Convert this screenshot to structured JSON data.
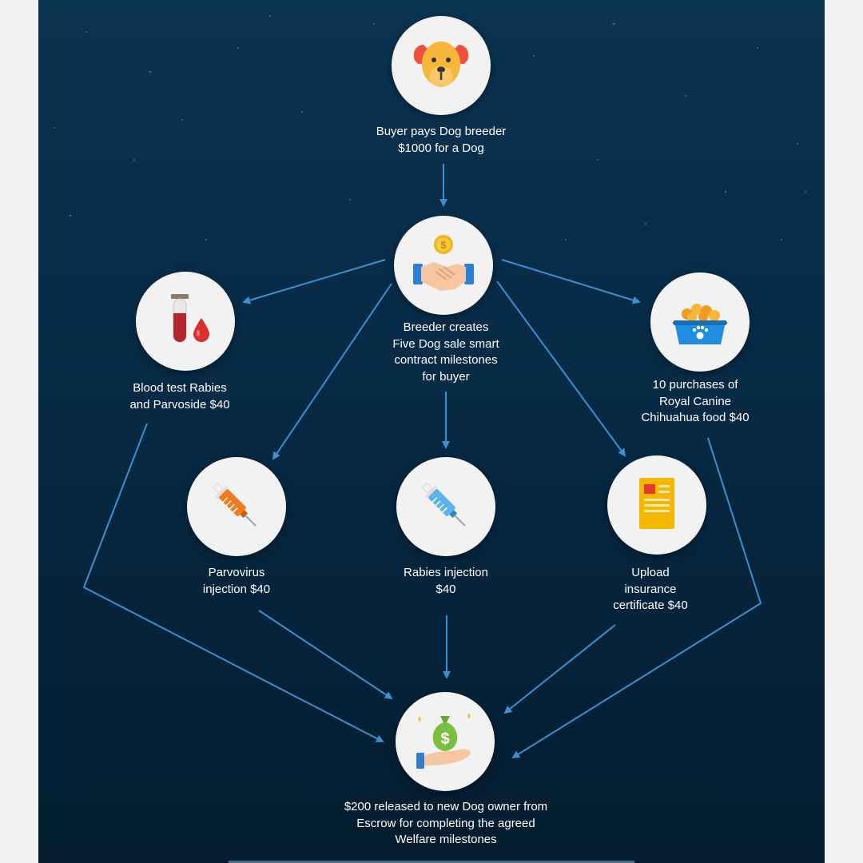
{
  "nodes": {
    "buyer": {
      "icon": "dog-face-icon",
      "label": "Buyer pays Dog breeder\n$1000 for a Dog"
    },
    "breeder": {
      "icon": "handshake-coin-icon",
      "label": "Breeder creates\nFive Dog sale smart\ncontract milestones\nfor buyer"
    },
    "blood_test": {
      "icon": "blood-test-tube-icon",
      "label": "Blood test Rabies\nand Parvoside $40"
    },
    "food": {
      "icon": "dog-food-bowl-icon",
      "label": "10 purchases of\nRoyal Canine\nChihuahua food $40"
    },
    "parvovirus": {
      "icon": "orange-syringe-icon",
      "label": "Parvovirus\ninjection $40"
    },
    "rabies": {
      "icon": "blue-syringe-icon",
      "label": "Rabies injection\n$40"
    },
    "insurance": {
      "icon": "insurance-document-icon",
      "label": "Upload\ninsurance\ncertificate $40"
    },
    "escrow": {
      "icon": "money-bag-hand-icon",
      "label": "$200 released to new Dog owner from\nEscrow for completing the agreed\nWelfare milestones"
    }
  },
  "colors": {
    "background_top": "#0b3352",
    "background_bottom": "#031c2f",
    "arrow": "#3d8fd0",
    "node_fill": "#f2f2f2",
    "text": "#ffffff"
  }
}
